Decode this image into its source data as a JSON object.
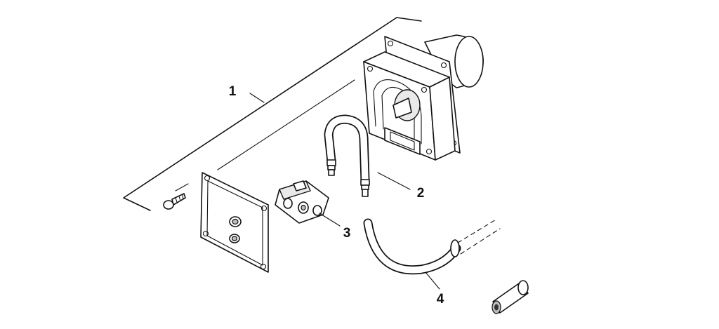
{
  "callouts": {
    "pump_assembly": "1",
    "tube": "2",
    "clamp": "3",
    "hose": "4"
  }
}
